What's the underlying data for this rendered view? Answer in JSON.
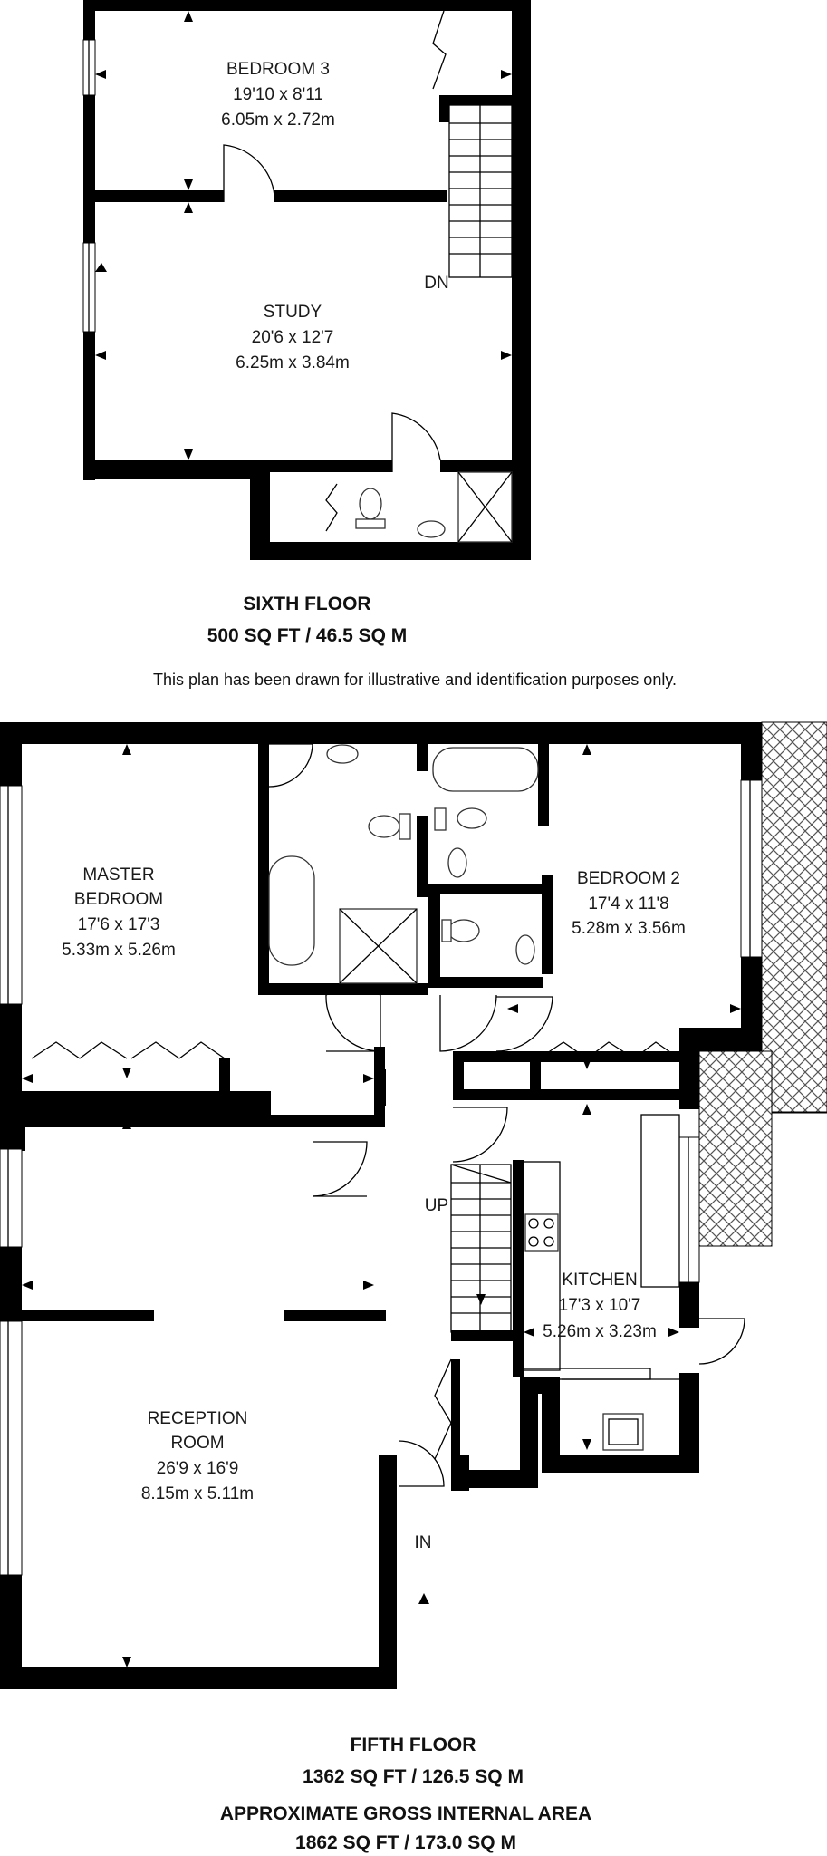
{
  "sixth_floor": {
    "rooms": {
      "bedroom3": {
        "name": "BEDROOM 3",
        "imperial": "19'10 x 8'11",
        "metric": "6.05m x 2.72m"
      },
      "study": {
        "name": "STUDY",
        "imperial": "20'6 x 12'7",
        "metric": "6.25m x 3.84m"
      }
    },
    "stair_label": "DN",
    "caption_title": "SIXTH FLOOR",
    "caption_area": "500 SQ FT / 46.5 SQ M"
  },
  "disclaimer": "This plan has been drawn for illustrative and identification purposes only.",
  "fifth_floor": {
    "rooms": {
      "master": {
        "name_line1": "MASTER",
        "name_line2": "BEDROOM",
        "imperial": "17'6 x 17'3",
        "metric": "5.33m x 5.26m"
      },
      "bedroom2": {
        "name": "BEDROOM 2",
        "imperial": "17'4 x 11'8",
        "metric": "5.28m x 3.56m"
      },
      "kitchen": {
        "name": "KITCHEN",
        "imperial": "17'3 x 10'7",
        "metric": "5.26m x 3.23m"
      },
      "reception": {
        "name_line1": "RECEPTION",
        "name_line2": "ROOM",
        "imperial": "26'9 x 16'9",
        "metric": "8.15m x 5.11m"
      }
    },
    "stair_label": "UP",
    "entrance_label": "IN",
    "caption_title": "FIFTH FLOOR",
    "caption_area": "1362 SQ FT / 126.5 SQ M"
  },
  "totals": {
    "title": "APPROXIMATE GROSS INTERNAL AREA",
    "area": "1862 SQ FT / 173.0 SQ M"
  }
}
